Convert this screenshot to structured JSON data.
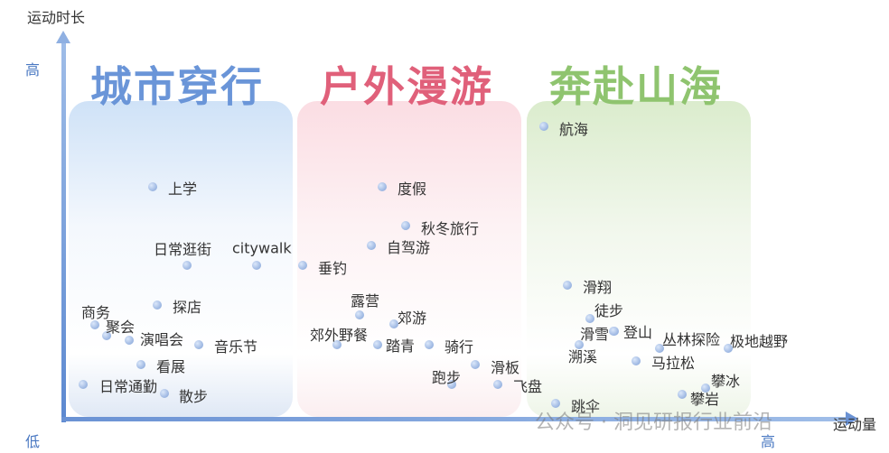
{
  "axes": {
    "y_label": "运动时长",
    "y_high": "高",
    "y_low": "低",
    "x_label": "运动量",
    "x_high": "高"
  },
  "groups": [
    {
      "title": "城市穿行",
      "color": "#6a95d8"
    },
    {
      "title": "户外漫游",
      "color": "#e0607a"
    },
    {
      "title": "奔赴山海",
      "color": "#8fc46f"
    }
  ],
  "items": [
    "上学",
    "日常逛街",
    "citywalk",
    "探店",
    "商务",
    "聚会",
    "演唱会",
    "音乐节",
    "看展",
    "日常通勤",
    "散步",
    "度假",
    "秋冬旅行",
    "自驾游",
    "垂钓",
    "露营",
    "郊游",
    "郊外野餐",
    "踏青",
    "骑行",
    "滑板",
    "跑步",
    "飞盘",
    "航海",
    "滑翔",
    "徒步",
    "滑雪",
    "登山",
    "溯溪",
    "丛林探险",
    "极地越野",
    "马拉松",
    "攀冰",
    "攀岩",
    "跳伞"
  ],
  "watermark": "公众号 · 洞见研报行业前沿"
}
